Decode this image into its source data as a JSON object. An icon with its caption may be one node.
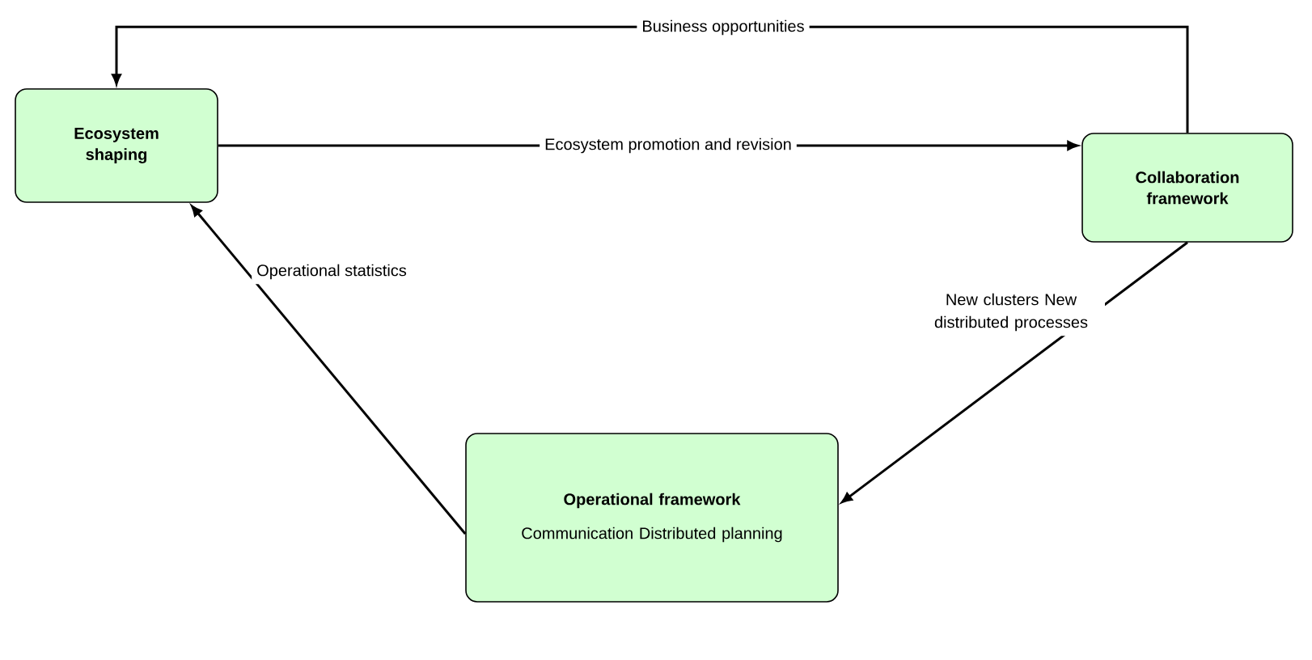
{
  "diagram": {
    "nodes": [
      {
        "text": [
          "Ecosystem shaping"
        ]
      },
      {
        "text": [
          "Collaboration framework"
        ]
      },
      {
        "text": [
          "Operational framework",
          "Communication Distributed planning"
        ]
      }
    ],
    "edges": [
      {
        "from": 1,
        "to": 0,
        "arrow": "to",
        "label": "Business opportunities"
      },
      {
        "from": 0,
        "to": 1,
        "arrow": "to",
        "label": "Ecosystem promotion and revision"
      },
      {
        "from": 1,
        "to": 2,
        "arrow": "to",
        "label": "New clusters New distributed processes"
      },
      {
        "from": 2,
        "to": 0,
        "arrow": "to",
        "label": "Operational statistics"
      }
    ]
  }
}
